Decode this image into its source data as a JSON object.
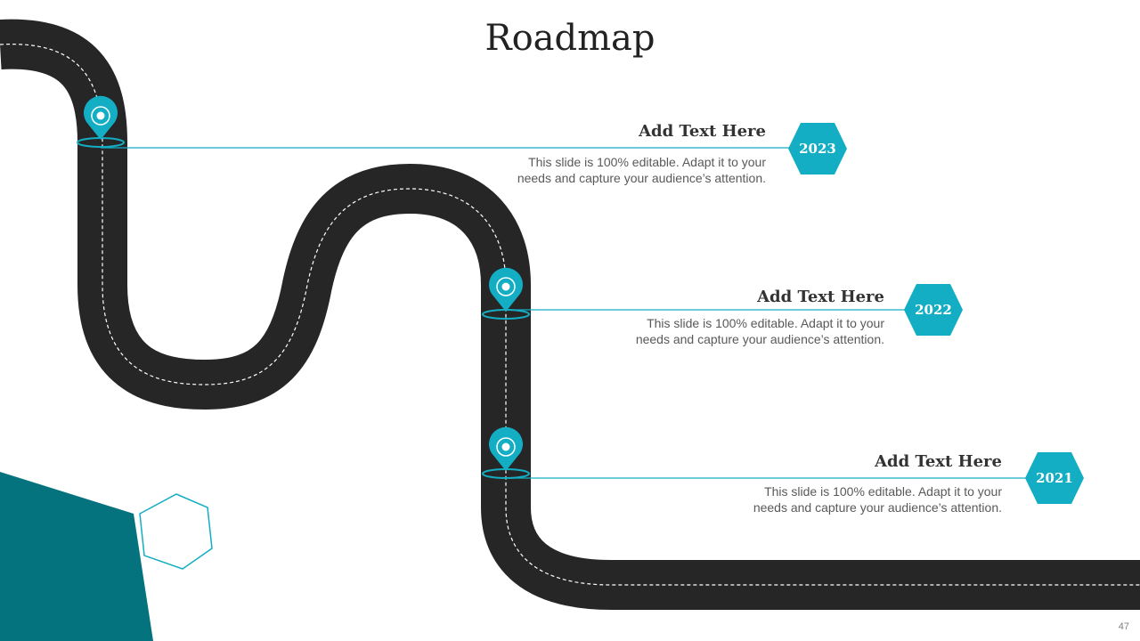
{
  "slide": {
    "title": "Roadmap",
    "page_number": "47"
  },
  "colors": {
    "accent": "#14aec4",
    "road": "#262626",
    "shape": "#05737e"
  },
  "milestones": [
    {
      "year": "2023",
      "heading": "Add Text Here",
      "description_line1": "This slide is 100% editable. Adapt it to your",
      "description_line2": "needs and capture your audience’s attention."
    },
    {
      "year": "2022",
      "heading": "Add Text Here",
      "description_line1": "This slide is 100% editable. Adapt it to your",
      "description_line2": "needs and capture your audience’s attention."
    },
    {
      "year": "2021",
      "heading": "Add Text Here",
      "description_line1": "This slide is 100% editable. Adapt it to your",
      "description_line2": "needs and capture your audience’s attention."
    }
  ]
}
